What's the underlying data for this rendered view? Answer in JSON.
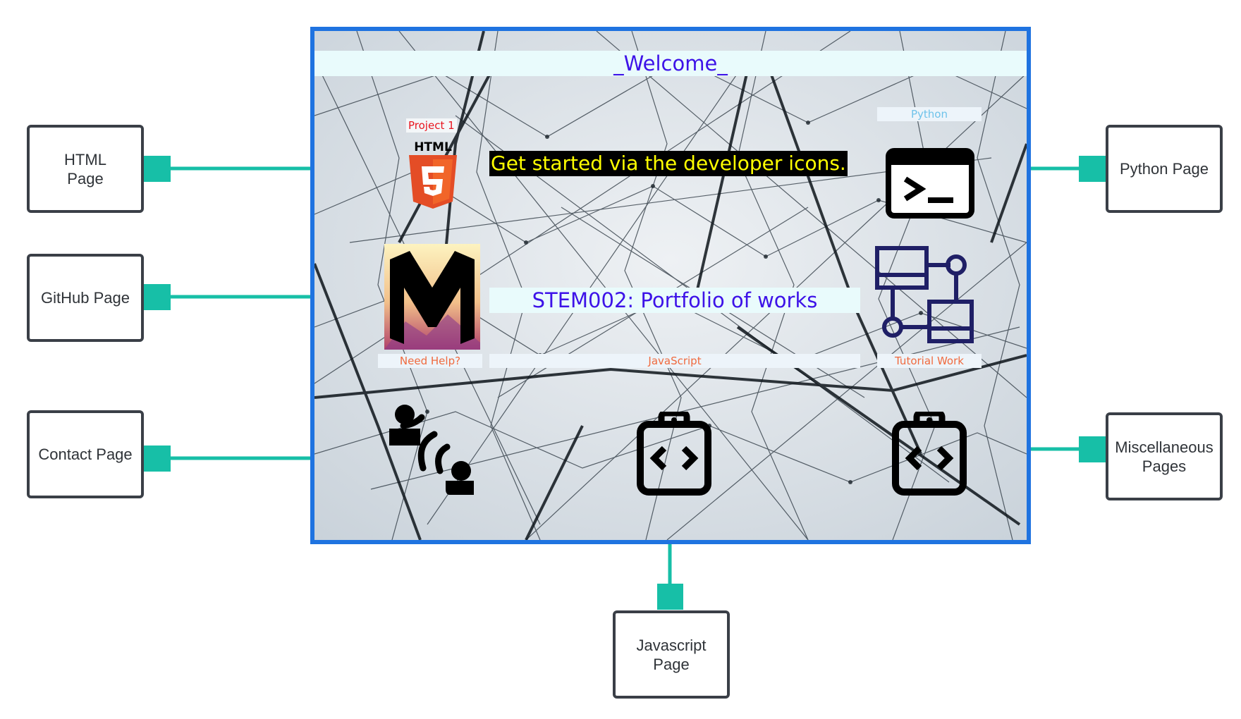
{
  "colors": {
    "connector": "#17bfa7",
    "node_border": "#3a3f47",
    "frame_border": "#1f73e0",
    "banner_bg": "#e9fbfc",
    "banner_text": "#3d12e8",
    "headline_bg": "#000000",
    "headline_text": "#ffff00",
    "tag_red": "#e8151f",
    "tag_orange": "#f06a3e",
    "tag_lightblue": "#6fc3ea",
    "icon_navy": "#1f1f66"
  },
  "nodes": {
    "html": "HTML\nPage",
    "github": "GitHub Page",
    "contact": "Contact Page",
    "python": "Python Page",
    "misc": "Miscellaneous\nPages",
    "javascript": "Javascript\nPage"
  },
  "screen": {
    "welcome": "_Welcome_",
    "project_label": "Project 1",
    "html5_label": "HTML",
    "headline": "Get started via the developer icons.",
    "python_label": "Python",
    "title": "STEM002: Portfolio of works",
    "need_help": "Need Help?",
    "javascript_label": "JavaScript",
    "tutorial_label": "Tutorial Work"
  },
  "icons": {
    "html5": "html5-shield-icon",
    "medium": "medium-m-logo-icon",
    "terminal": "terminal-prompt-icon",
    "network": "network-topology-icon",
    "support": "support-agent-icon",
    "code_js": "code-clipboard-icon",
    "code_tutorial": "code-clipboard-icon"
  }
}
